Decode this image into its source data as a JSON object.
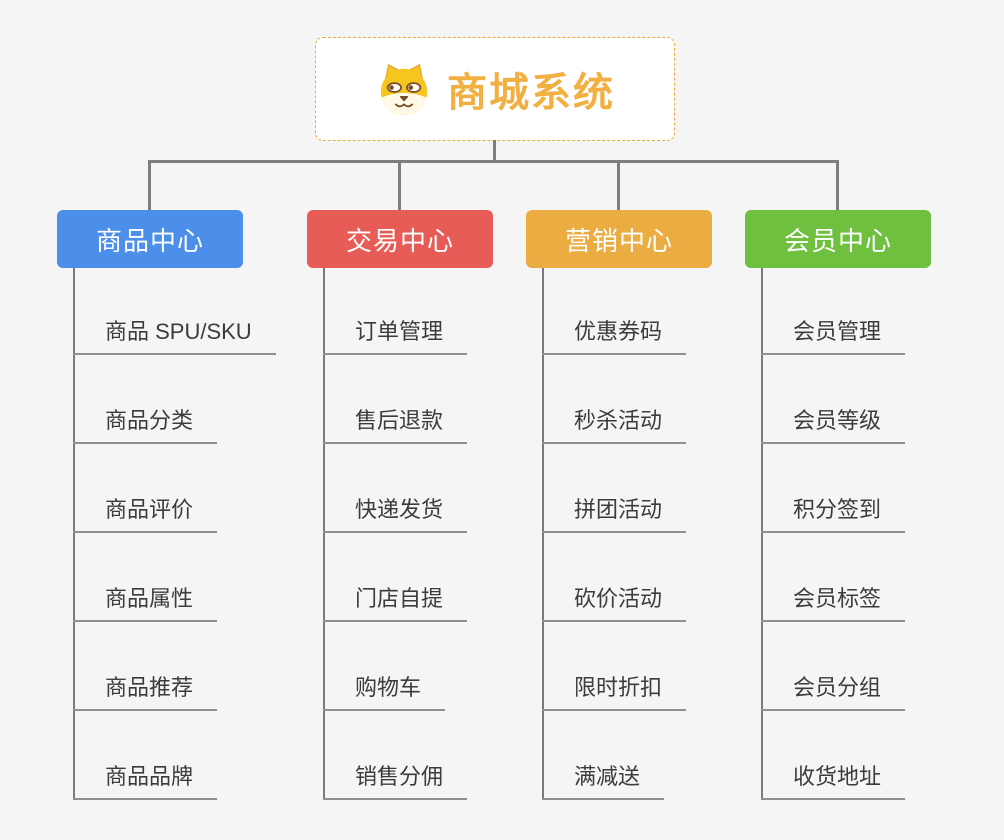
{
  "root": {
    "title": "商城系统",
    "icon": "dog-face-icon"
  },
  "branches": [
    {
      "label": "商品中心",
      "color": "#4c8fea",
      "children": [
        "商品 SPU/SKU",
        "商品分类",
        "商品评价",
        "商品属性",
        "商品推荐",
        "商品品牌"
      ]
    },
    {
      "label": "交易中心",
      "color": "#e85c58",
      "children": [
        "订单管理",
        "售后退款",
        "快递发货",
        "门店自提",
        "购物车",
        "销售分佣"
      ]
    },
    {
      "label": "营销中心",
      "color": "#ebac41",
      "children": [
        "优惠券码",
        "秒杀活动",
        "拼团活动",
        "砍价活动",
        "限时折扣",
        "满减送"
      ]
    },
    {
      "label": "会员中心",
      "color": "#70c040",
      "children": [
        "会员管理",
        "会员等级",
        "积分签到",
        "会员标签",
        "会员分组",
        "收货地址"
      ]
    }
  ],
  "colors": {
    "background": "#f5f5f5",
    "connector": "#7e7e7e",
    "leaf_underline": "#8f8f8f",
    "leaf_text": "#3c3c3c",
    "root_border": "#f0a83c",
    "root_title": "#f2b042"
  }
}
